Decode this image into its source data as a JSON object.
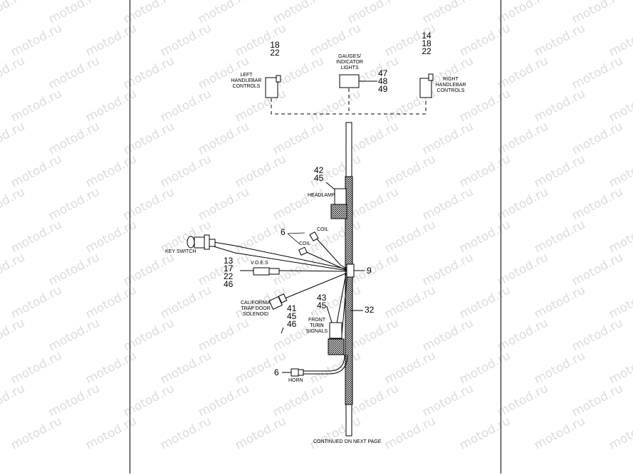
{
  "watermark": "motod.ru",
  "callouts": {
    "left_controls": [
      "18",
      "22"
    ],
    "right_controls": [
      "14",
      "18",
      "22"
    ],
    "gauges": [
      "47",
      "48",
      "49"
    ],
    "headlamp": [
      "42",
      "45"
    ],
    "coil": "6",
    "voes": [
      "13",
      "17",
      "22",
      "46"
    ],
    "main_connector": "9",
    "turn_signals": [
      "43",
      "45"
    ],
    "harness": "32",
    "solenoid": [
      "41",
      "45",
      "46"
    ],
    "horn": "6"
  },
  "labels": {
    "left_controls": [
      "LEFT",
      "HANDLEBAR",
      "CONTROLS"
    ],
    "right_controls": [
      "RIGHT",
      "HANDLEBAR",
      "CONTROLS"
    ],
    "gauges": [
      "GAUGES/",
      "INDICATOR",
      "LIGHTS"
    ],
    "headlamp": "HEADLAMP",
    "coil_top": "COIL",
    "coil_bottom": "COIL",
    "key_switch": "KEY SWITCH",
    "voes": "V.O.E.S",
    "solenoid": [
      "CALIFORNIA",
      "TRAP DOOR",
      "SOLENOID"
    ],
    "turn_signals": [
      "FRONT",
      "TURN",
      "SIGNALS"
    ],
    "horn": "HORN",
    "continued": "CONTINUED ON NEXT PAGE"
  }
}
